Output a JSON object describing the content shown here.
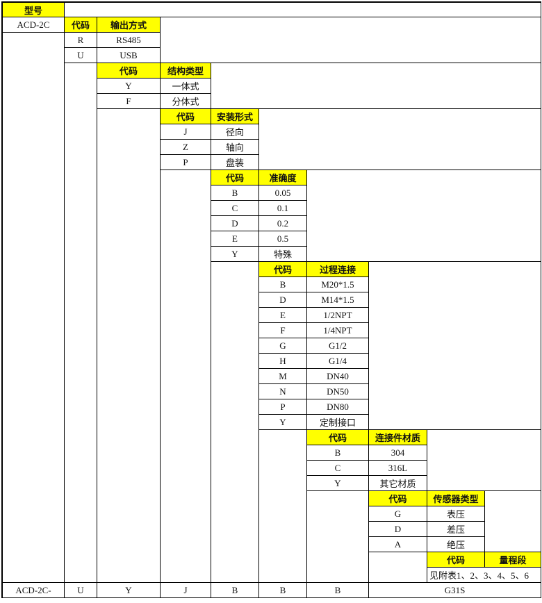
{
  "header": {
    "title": "型号"
  },
  "model": "ACD-2C",
  "sections": [
    {
      "code_label": "代码",
      "name_label": "输出方式",
      "items": [
        {
          "code": "R",
          "name": "RS485"
        },
        {
          "code": "U",
          "name": "USB"
        }
      ]
    },
    {
      "code_label": "代码",
      "name_label": "结构类型",
      "items": [
        {
          "code": "Y",
          "name": "一体式"
        },
        {
          "code": "F",
          "name": "分体式"
        }
      ]
    },
    {
      "code_label": "代码",
      "name_label": "安装形式",
      "items": [
        {
          "code": "J",
          "name": "径向"
        },
        {
          "code": "Z",
          "name": "轴向"
        },
        {
          "code": "P",
          "name": "盘装"
        }
      ]
    },
    {
      "code_label": "代码",
      "name_label": "准确度",
      "items": [
        {
          "code": "B",
          "name": "0.05"
        },
        {
          "code": "C",
          "name": "0.1"
        },
        {
          "code": "D",
          "name": "0.2"
        },
        {
          "code": "E",
          "name": "0.5"
        },
        {
          "code": "Y",
          "name": "特殊"
        }
      ]
    },
    {
      "code_label": "代码",
      "name_label": "过程连接",
      "items": [
        {
          "code": "B",
          "name": "M20*1.5"
        },
        {
          "code": "D",
          "name": "M14*1.5"
        },
        {
          "code": "E",
          "name": "1/2NPT"
        },
        {
          "code": "F",
          "name": "1/4NPT"
        },
        {
          "code": "G",
          "name": "G1/2"
        },
        {
          "code": "H",
          "name": "G1/4"
        },
        {
          "code": "M",
          "name": "DN40"
        },
        {
          "code": "N",
          "name": "DN50"
        },
        {
          "code": "P",
          "name": "DN80"
        },
        {
          "code": "Y",
          "name": "定制接口"
        }
      ]
    },
    {
      "code_label": "代码",
      "name_label": "连接件材质",
      "items": [
        {
          "code": "B",
          "name": "304"
        },
        {
          "code": "C",
          "name": "316L"
        },
        {
          "code": "Y",
          "name": "其它材质"
        }
      ]
    },
    {
      "code_label": "代码",
      "name_label": "传感器类型",
      "items": [
        {
          "code": "G",
          "name": "表压"
        },
        {
          "code": "D",
          "name": "差压"
        },
        {
          "code": "A",
          "name": "绝压"
        }
      ]
    },
    {
      "code_label": "代码",
      "name_label": "量程段",
      "note": "见附表1、2、3、4、5、6"
    }
  ],
  "order_example": {
    "prefix": "ACD-2C-",
    "codes": [
      "U",
      "Y",
      "J",
      "B",
      "B",
      "B"
    ],
    "suffix": "G31S"
  }
}
